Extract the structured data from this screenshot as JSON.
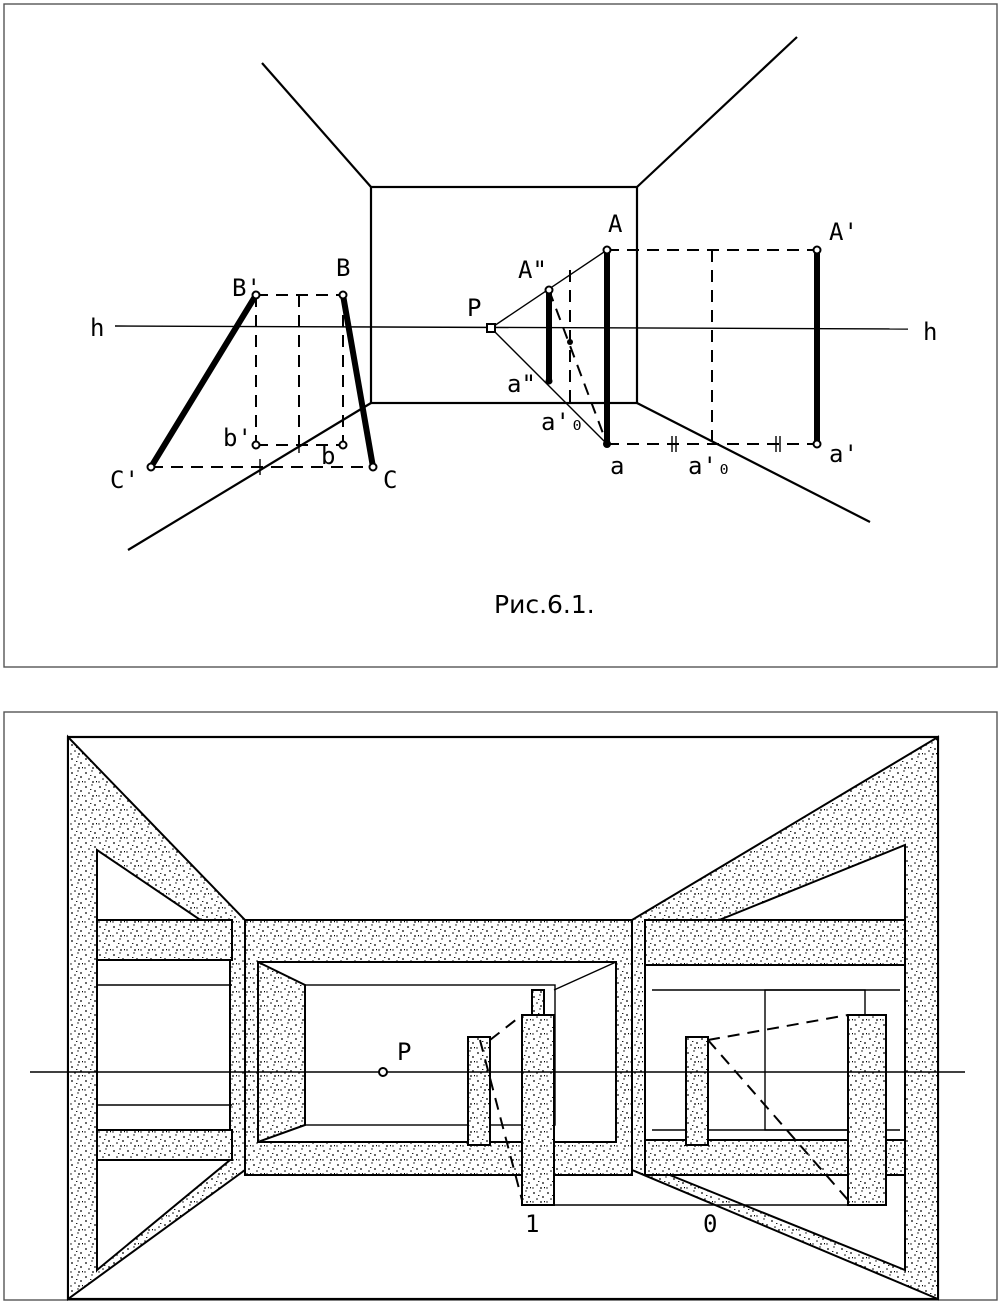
{
  "figure1": {
    "caption": "Рис.6.1.",
    "labels": {
      "h_left": "h",
      "h_right": "h",
      "P": "P",
      "A": "A",
      "A_prime": "A'",
      "A_dprime": "A\"",
      "a": "a",
      "a_prime": "a'",
      "a_dprime": "a\"",
      "a0": "a'₀",
      "a0_right": "a'₀",
      "B": "B",
      "B_prime": "B'",
      "b": "b",
      "b_prime": "b'",
      "C": "C",
      "C_prime": "C'"
    }
  },
  "figure2": {
    "labels": {
      "P": "P",
      "one": "1",
      "zero": "0"
    }
  }
}
